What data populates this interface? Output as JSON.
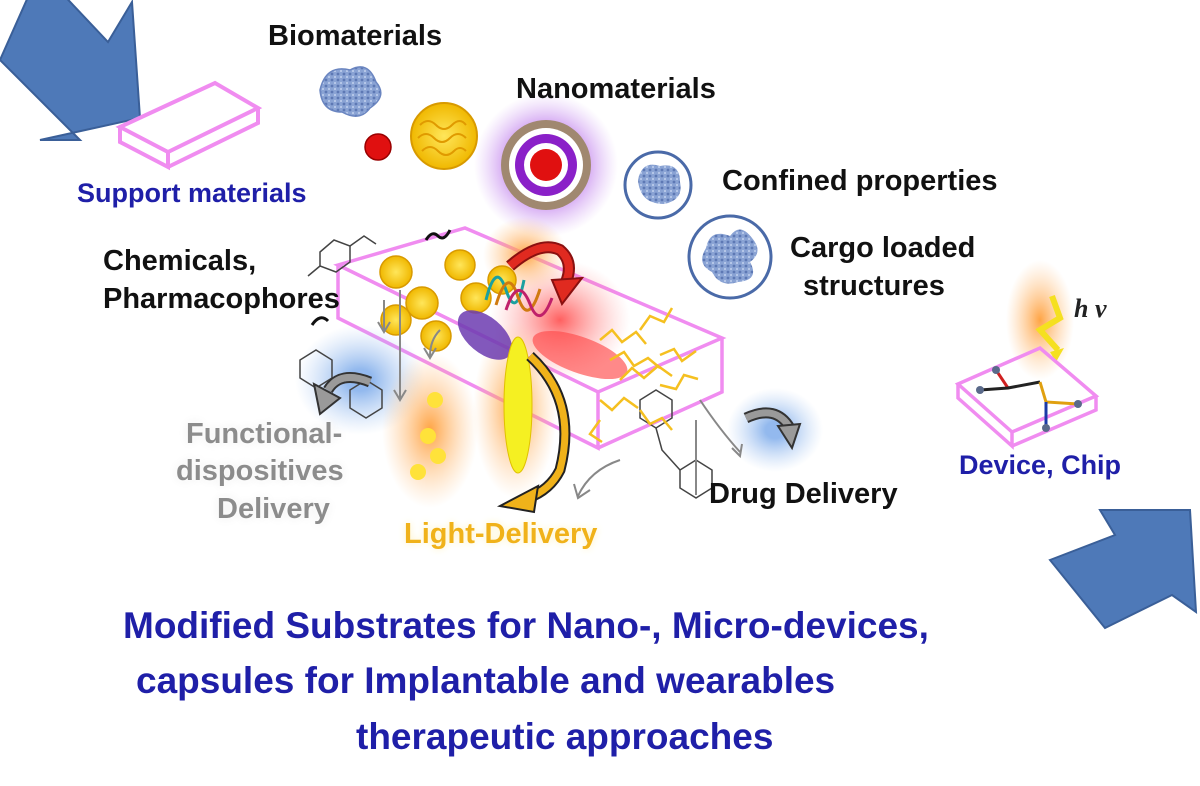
{
  "labels": {
    "biomaterials": "Biomaterials",
    "nanomaterials": "Nanomaterials",
    "support_materials": "Support materials",
    "confined_properties": "Confined properties",
    "cargo_line1": "Cargo loaded",
    "cargo_line2": "structures",
    "chemicals_line1": "Chemicals,",
    "chemicals_line2": "Pharmacophores",
    "functional_line1": "Functional-",
    "functional_line2": "dispositives",
    "functional_line3": "Delivery",
    "light_delivery": "Light-Delivery",
    "drug_delivery": "Drug Delivery",
    "device_chip": "Device, Chip",
    "photon_h": "h",
    "photon_nu": "ν"
  },
  "caption": {
    "line1": "Modified Substrates for Nano-, Micro-devices,",
    "line2": "capsules for Implantable and wearables",
    "line3": "therapeutic approaches"
  },
  "colors": {
    "big_arrow": "#4e79b8",
    "substrate_outline": "#f08cf0",
    "caption_text": "#1f1fa8",
    "nanoparticle": "#f5d20a",
    "red_dot": "#e01010",
    "nano_ring_outer": "#a020d0",
    "nano_ring_brown": "#a08870",
    "protein": "#7a93c8"
  }
}
